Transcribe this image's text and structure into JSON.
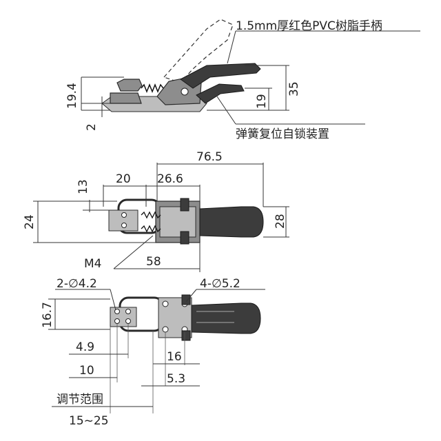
{
  "diagram": {
    "callouts": {
      "handle": "1.5mm厚红色PVC树脂手柄",
      "spring": "弹簧复位自锁装置",
      "thread": "M4",
      "holes_small": "2-∅4.2",
      "holes_large": "4-∅5.2",
      "adjust_label": "调节范围",
      "adjust_range": "15~25"
    },
    "side_view": {
      "height_base": "19.4",
      "offset": "2",
      "handle_height": "19",
      "total_height": "35"
    },
    "top_view": {
      "overall": "76.5",
      "span_a": "20",
      "span_b": "26.6",
      "gap": "13",
      "width_left": "24",
      "width_right": "28",
      "length": "58"
    },
    "bottom_view": {
      "height": "16.7",
      "d1": "4.9",
      "d2": "10",
      "d3": "16",
      "d4": "5.3"
    },
    "colors": {
      "metal": "#8d8d8d",
      "handle": "#3c3c3c",
      "line": "#333333"
    }
  }
}
